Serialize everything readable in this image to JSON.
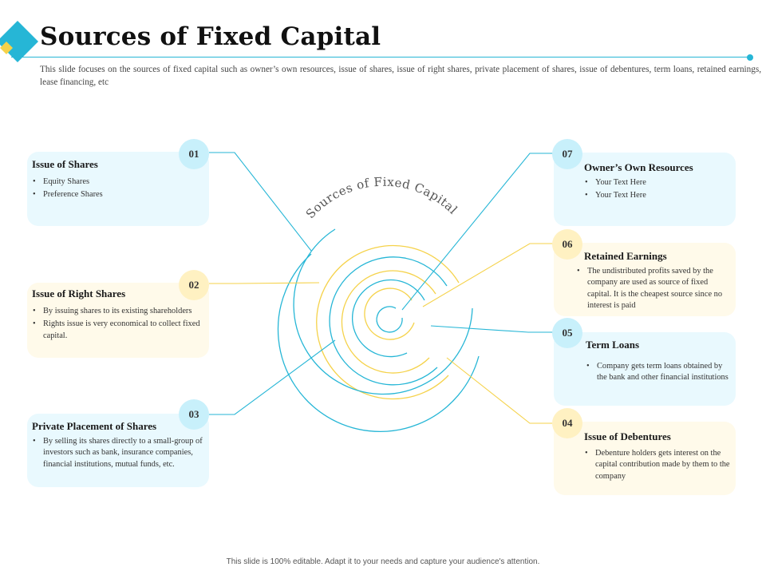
{
  "header": {
    "title": "Sources of  Fixed Capital",
    "subtitle": "This slide focuses on the sources of fixed capital such as owner’s own resources, issue of shares, issue of right shares, private placement of shares, issue of debentures, term loans, retained earnings, lease financing, etc"
  },
  "center": {
    "label": "Sources of Fixed Capital"
  },
  "colors": {
    "accent_blue": "#26b6d6",
    "accent_yellow": "#f5d24a",
    "card_blue": "#e9f9fe",
    "card_yellow": "#fffaea"
  },
  "cards": [
    {
      "number": "01",
      "title": "Issue of Shares",
      "items": [
        "Equity Shares",
        "Preference Shares"
      ]
    },
    {
      "number": "02",
      "title": "Issue of Right Shares",
      "items": [
        "By issuing shares to its existing shareholders",
        "Rights issue is very economical to collect fixed capital."
      ]
    },
    {
      "number": "03",
      "title": "Private Placement of Shares",
      "items": [
        "By selling its shares directly to a small-group of investors such as bank, insurance companies, financial institutions, mutual funds, etc."
      ]
    },
    {
      "number": "04",
      "title": "Issue of Debentures",
      "items": [
        "Debenture holders gets interest on the capital contribution made by them to the company"
      ]
    },
    {
      "number": "05",
      "title": "Term Loans",
      "items": [
        "Company gets term loans obtained by the bank and other financial institutions"
      ]
    },
    {
      "number": "06",
      "title": "Retained Earnings",
      "items": [
        "The undistributed profits saved by the company are used as source of fixed capital. It is the cheapest source since no interest is paid"
      ]
    },
    {
      "number": "07",
      "title": "Owner’s Own Resources",
      "items": [
        "Your Text Here",
        "Your Text Here"
      ]
    }
  ],
  "footer": {
    "text": "This slide is 100% editable. Adapt it to your needs and capture your audience's attention."
  }
}
